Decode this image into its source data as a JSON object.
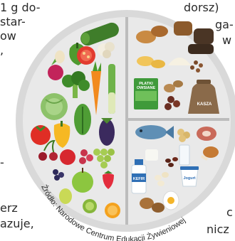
{
  "text_fragments": {
    "top_left": "1 g do-",
    "left_1": "star-",
    "left_2": "ow",
    "left_3": ",",
    "left_4": "-",
    "bottom_left_1": "erz",
    "bottom_left_2": "azuje,",
    "top_right": "dorsz)",
    "right_1": "ga-",
    "right_2": "w",
    "bottom_right_1": "c",
    "bottom_right_2": "nicz"
  },
  "plate": {
    "labels": {
      "oats_box_line1": "PŁATKI",
      "oats_box_line2": "OWSIANE",
      "kasza_bag": "KASZA",
      "kefir_bottle": "KEFIR",
      "yogurt_cup": "Jogurt"
    },
    "source_caption": "Źródło: Narodowe Centrum Edukacji Żywieniowej",
    "colors": {
      "rim": "#d8d8d8",
      "plate": "#e7e7e7",
      "divider": "#b5b5b5"
    }
  }
}
